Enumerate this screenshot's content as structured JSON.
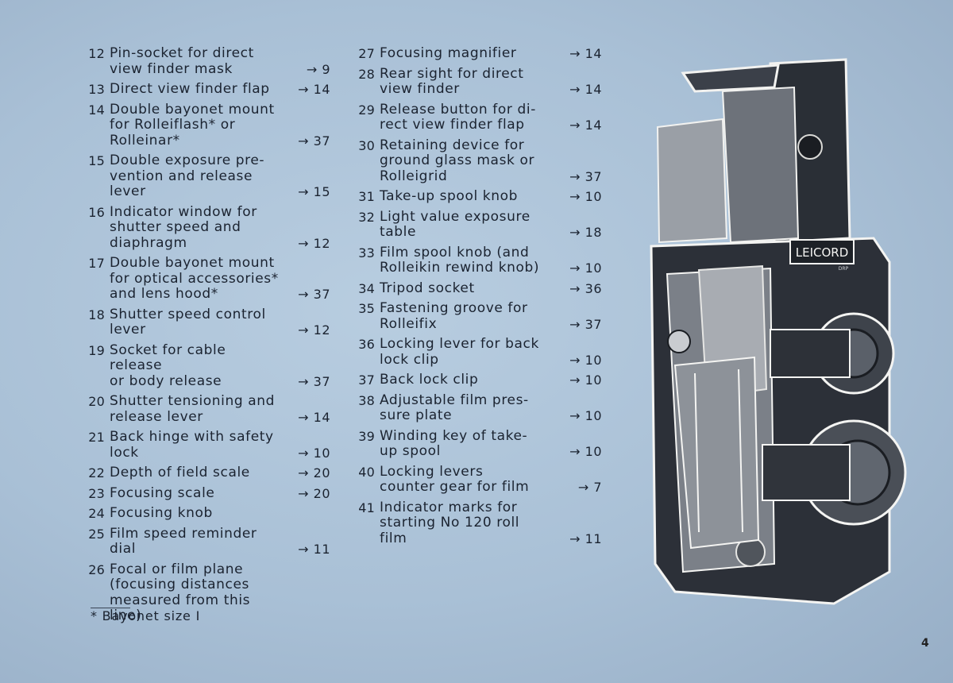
{
  "left_column": [
    {
      "num": "12",
      "text": "Pin-socket for direct\nview finder mask",
      "ref": "→ 9"
    },
    {
      "num": "13",
      "text": "Direct view finder flap",
      "ref": "→ 14"
    },
    {
      "num": "14",
      "text": "Double bayonet mount\nfor Rolleiflash* or\nRolleinar*",
      "ref": "→ 37"
    },
    {
      "num": "15",
      "text": "Double exposure pre-\nvention and release\nlever",
      "ref": "→ 15"
    },
    {
      "num": "16",
      "text": "Indicator window for\nshutter speed and\ndiaphragm",
      "ref": "→ 12"
    },
    {
      "num": "17",
      "text": "Double bayonet mount\nfor optical accessories*\nand lens hood*",
      "ref": "→ 37"
    },
    {
      "num": "18",
      "text": "Shutter speed control\nlever",
      "ref": "→ 12"
    },
    {
      "num": "19",
      "text": "Socket for cable release\nor body release",
      "ref": "→ 37"
    },
    {
      "num": "20",
      "text": "Shutter tensioning and\nrelease lever",
      "ref": "→ 14"
    },
    {
      "num": "21",
      "text": "Back hinge with safety\nlock",
      "ref": "→ 10"
    },
    {
      "num": "22",
      "text": "Depth of field scale",
      "ref": "→ 20"
    },
    {
      "num": "23",
      "text": "Focusing scale",
      "ref": "→ 20"
    },
    {
      "num": "24",
      "text": "Focusing knob",
      "ref": ""
    },
    {
      "num": "25",
      "text": "Film speed reminder\ndial",
      "ref": "→ 11"
    },
    {
      "num": "26",
      "text": "Focal or film plane\n(focusing distances\nmeasured from this\nline)",
      "ref": ""
    }
  ],
  "middle_column": [
    {
      "num": "27",
      "text": "Focusing magnifier",
      "ref": "→ 14"
    },
    {
      "num": "28",
      "text": "Rear sight for direct\nview finder",
      "ref": "→ 14"
    },
    {
      "num": "29",
      "text": "Release button for di-\nrect view finder flap",
      "ref": "→ 14"
    },
    {
      "num": "30",
      "text": "Retaining device for\nground glass mask or\nRolleigrid",
      "ref": "→ 37"
    },
    {
      "num": "31",
      "text": "Take-up spool knob",
      "ref": "→ 10"
    },
    {
      "num": "32",
      "text": "Light value exposure\ntable",
      "ref": "→ 18"
    },
    {
      "num": "33",
      "text": "Film spool knob (and\nRolleikin rewind knob)",
      "ref": "→ 10"
    },
    {
      "num": "34",
      "text": "Tripod socket",
      "ref": "→ 36"
    },
    {
      "num": "35",
      "text": "Fastening groove for\nRolleifix",
      "ref": "→ 37"
    },
    {
      "num": "36",
      "text": "Locking lever for back\nlock clip",
      "ref": "→ 10"
    },
    {
      "num": "37",
      "text": "Back lock clip",
      "ref": "→ 10"
    },
    {
      "num": "38",
      "text": "Adjustable film pres-\nsure plate",
      "ref": "→ 10"
    },
    {
      "num": "39",
      "text": "Winding key of take-\nup spool",
      "ref": "→ 10"
    },
    {
      "num": "40",
      "text": "Locking levers\ncounter gear for film",
      "ref": "→ 7"
    },
    {
      "num": "41",
      "text": "Indicator marks for\nstarting No 120 roll\nfilm",
      "ref": "→ 11"
    }
  ],
  "footnote": "* Bayonet size I",
  "page_number": "4",
  "camera_brand": "LEICORD",
  "camera_sub": "DRP"
}
